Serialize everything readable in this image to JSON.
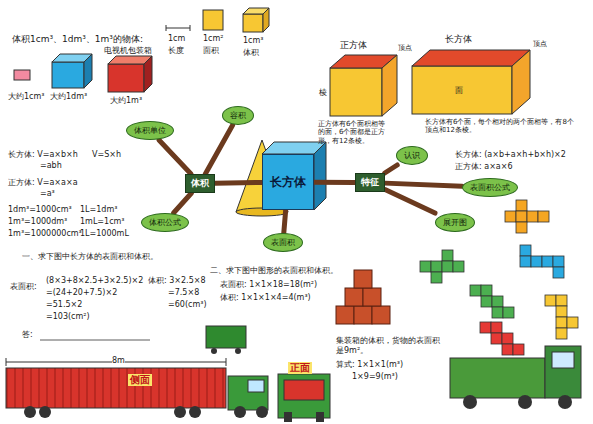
{
  "diagram": {
    "nodes": [
      {
        "text": [
          "长方体"
        ]
      },
      {
        "text": [
          "体积"
        ]
      },
      {
        "text": [
          "体积单位"
        ]
      },
      {
        "text": [
          "容积"
        ]
      },
      {
        "text": [
          "体积公式"
        ]
      },
      {
        "text": [
          "表面积"
        ]
      },
      {
        "text": [
          "特征"
        ]
      },
      {
        "text": [
          "认识"
        ]
      },
      {
        "text": [
          "表面积公式"
        ]
      },
      {
        "text": [
          "展开图"
        ]
      }
    ],
    "edges": [
      {
        "from": 1,
        "to": 0,
        "arrow": "none"
      },
      {
        "from": 2,
        "to": 1,
        "arrow": "none"
      },
      {
        "from": 3,
        "to": 1,
        "arrow": "none"
      },
      {
        "from": 4,
        "to": 1,
        "arrow": "none"
      },
      {
        "from": 5,
        "to": 0,
        "arrow": "none"
      },
      {
        "from": 6,
        "to": 0,
        "arrow": "none"
      },
      {
        "from": 7,
        "to": 6,
        "arrow": "none"
      },
      {
        "from": 8,
        "to": 6,
        "arrow": "none"
      },
      {
        "from": 9,
        "to": 6,
        "arrow": "none"
      }
    ],
    "labels": [
      "体积1cm³、1dm³、1m³的物体:",
      "电视机包装箱",
      "大约1cm³",
      "大约1dm³",
      "大约1m³",
      "1cm",
      "长度",
      "1cm²",
      "面积",
      "1cm³",
      "体积",
      "正方体",
      "长方体",
      "顶点",
      "顶点",
      "棱",
      "面",
      "正方体有6个面积相等的面，6个面都是正方形，有12条棱。",
      "长方体有6个面，每个相对的两个面相等，有8个顶点和12条棱。",
      "长方体: (a×b+a×h+b×h)×2",
      "正方体: a×a×6",
      "长方体: V=a×b×h",
      "=abh",
      "V=S×h",
      "正方体: V=a×a×a",
      "=a³",
      "1dm³=1000cm³",
      "1L=1dm³",
      "1m³=1000dm³",
      "1mL=1cm³",
      "1m³=1000000cm³",
      "1L=1000mL",
      "一、求下图中长方体的表面积和体积。",
      "表面积:",
      "(8×3+8×2.5+3×2.5)×2",
      "=(24+20+7.5)×2",
      "=51.5×2",
      "=103(cm²)",
      "体积: 3×2.5×8",
      "=7.5×8",
      "=60(cm³)",
      "答:",
      "二、求下图中图形的表面积和体积。",
      "表面积: 1×1×18=18(m²)",
      "体积: 1×1×1×4=4(m³)",
      "8m",
      "侧面",
      "正面",
      "集装箱的体积，货物的表面积是9m²。",
      "算式: 1×1×1(m³)",
      "1×9=9(m³)"
    ]
  }
}
